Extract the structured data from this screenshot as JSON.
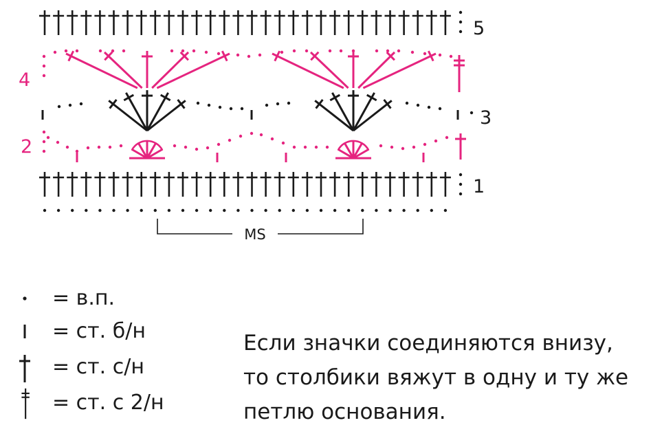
{
  "diagram": {
    "row_labels": {
      "r1": "1",
      "r2": "2",
      "r3": "3",
      "r4": "4",
      "r5": "5"
    },
    "repeat_label": "MS",
    "colors": {
      "black": "#1a1a1a",
      "magenta": "#e5247f"
    }
  },
  "legend": [
    {
      "symbol": "dot-icon",
      "text": "= в.п."
    },
    {
      "symbol": "single-crochet-icon",
      "text": "= ст. б/н"
    },
    {
      "symbol": "double-crochet-icon",
      "text": "= ст. с/н"
    },
    {
      "symbol": "treble-crochet-icon",
      "text": "= ст. с 2/н"
    }
  ],
  "note": {
    "lines": [
      "Если значки соединяются внизу,",
      "то столбики вяжут в одну и ту же",
      "петлю основания."
    ]
  }
}
